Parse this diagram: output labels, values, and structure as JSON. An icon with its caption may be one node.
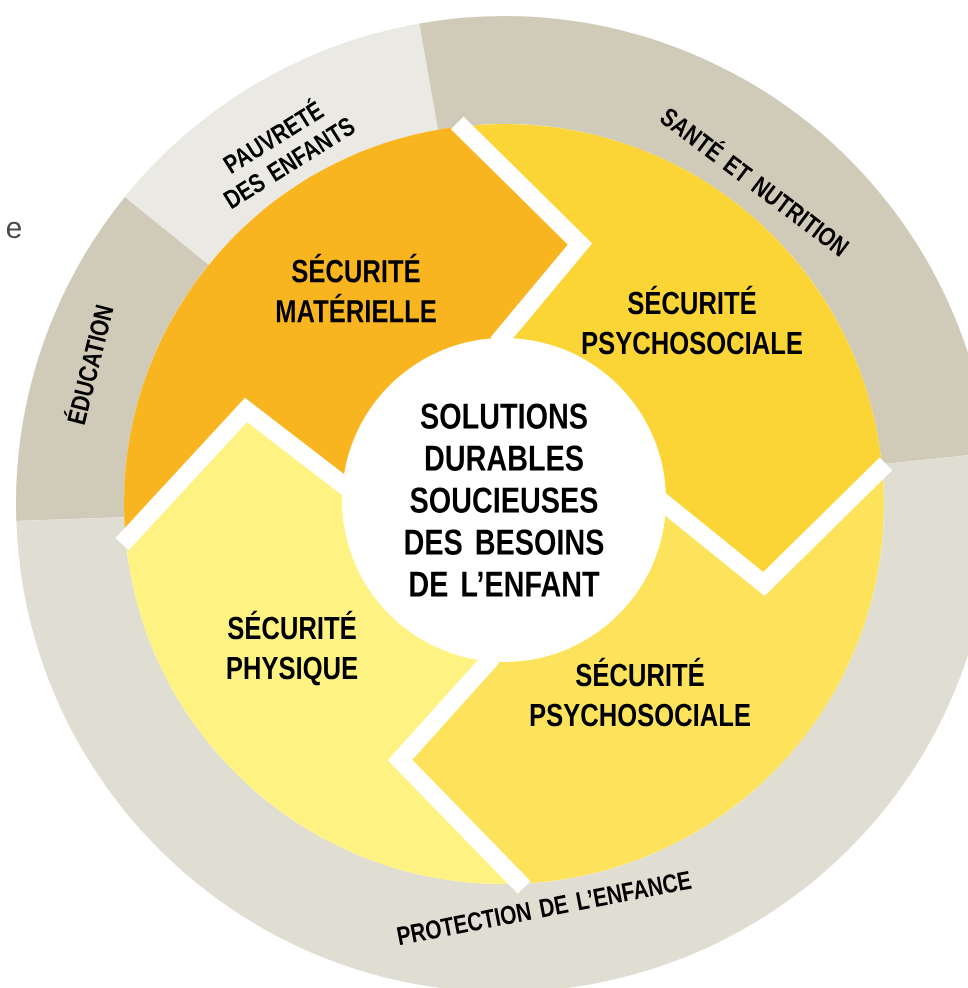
{
  "diagram": {
    "nodes": [
      {
        "text": [
          "PAUVRETÉ DES ENFANTS"
        ]
      },
      {
        "text": [
          "SANTÉ ET NUTRITION"
        ]
      },
      {
        "text": [
          "ÉDUCATION"
        ]
      },
      {
        "text": [
          "SÉCURITÉ MATÉRIELLE"
        ]
      },
      {
        "text": [
          "SÉCURITÉ PSYCHOSOCIALE"
        ]
      },
      {
        "text": [
          "SOLUTIONS DURABLES SOUCIEUSES DES BESOINS DE L’ENFANT"
        ]
      },
      {
        "text": [
          "SÉCURITÉ PHYSIQUE"
        ]
      },
      {
        "text": [
          "SÉCURITÉ PSYCHOSOCIALE"
        ]
      },
      {
        "text": [
          "PROTECTION DE L’ENFANCE"
        ]
      }
    ],
    "labels": [
      "e"
    ]
  }
}
